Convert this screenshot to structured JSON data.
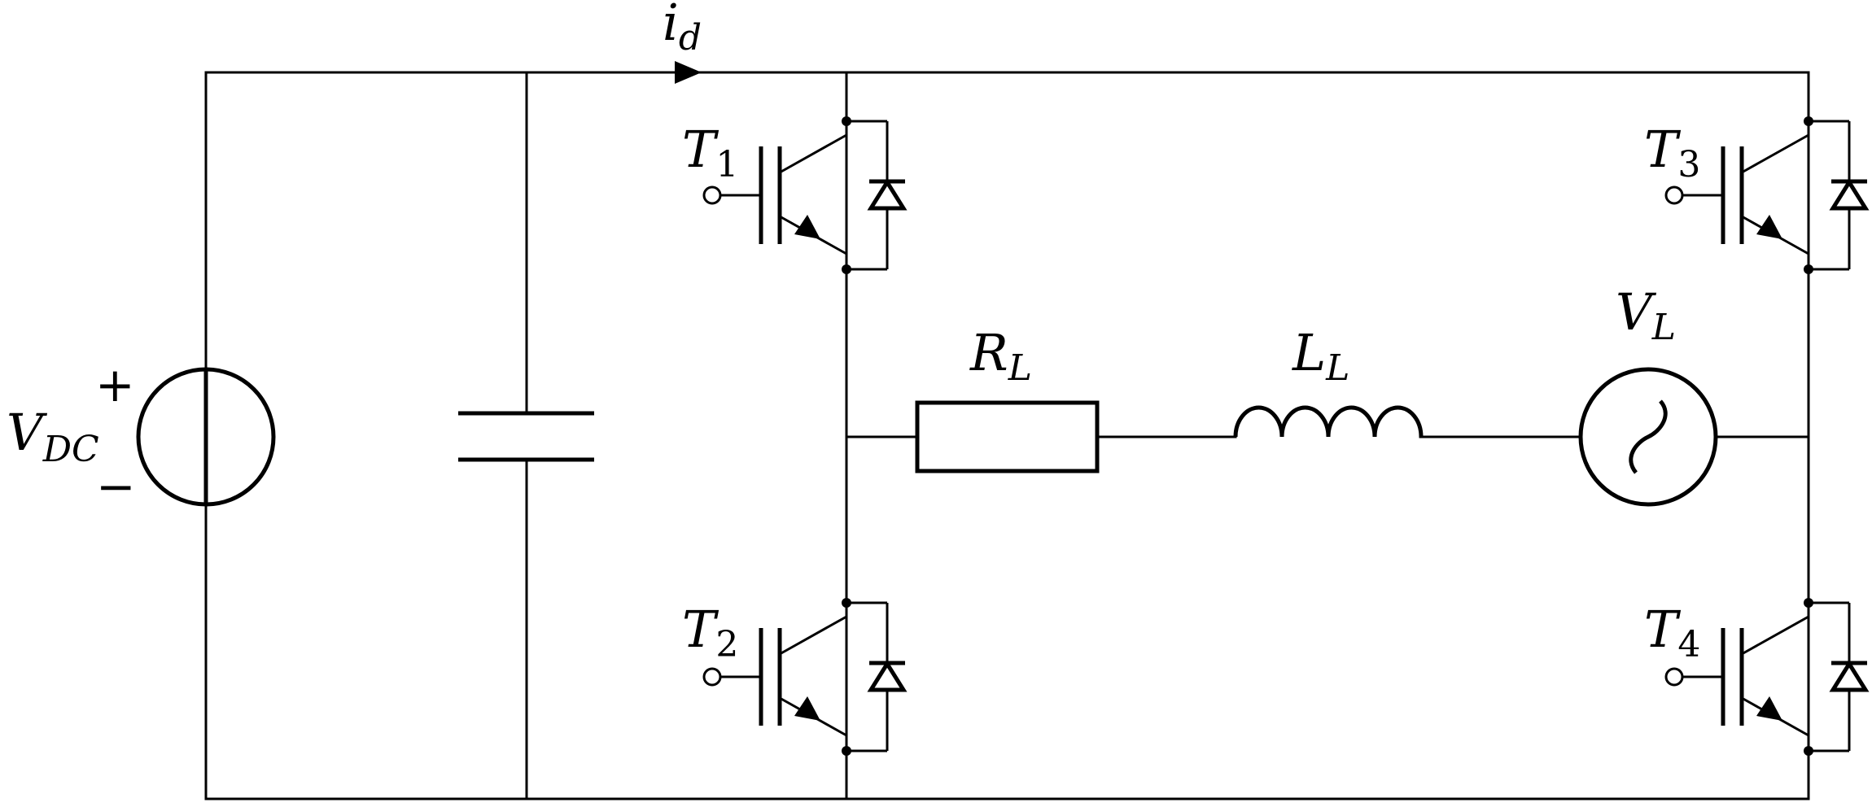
{
  "labels": {
    "vdc": {
      "main": "V",
      "sub": "DC"
    },
    "vdc_plus": "+",
    "vdc_minus": "−",
    "current": {
      "main": "i",
      "sub": "d"
    },
    "t1": {
      "main": "T",
      "sub": "1"
    },
    "t2": {
      "main": "T",
      "sub": "2"
    },
    "t3": {
      "main": "T",
      "sub": "3"
    },
    "t4": {
      "main": "T",
      "sub": "4"
    },
    "rl": {
      "main": "R",
      "sub": "L"
    },
    "ll": {
      "main": "L",
      "sub": "L"
    },
    "vl": {
      "main": "V",
      "sub": "L"
    }
  }
}
